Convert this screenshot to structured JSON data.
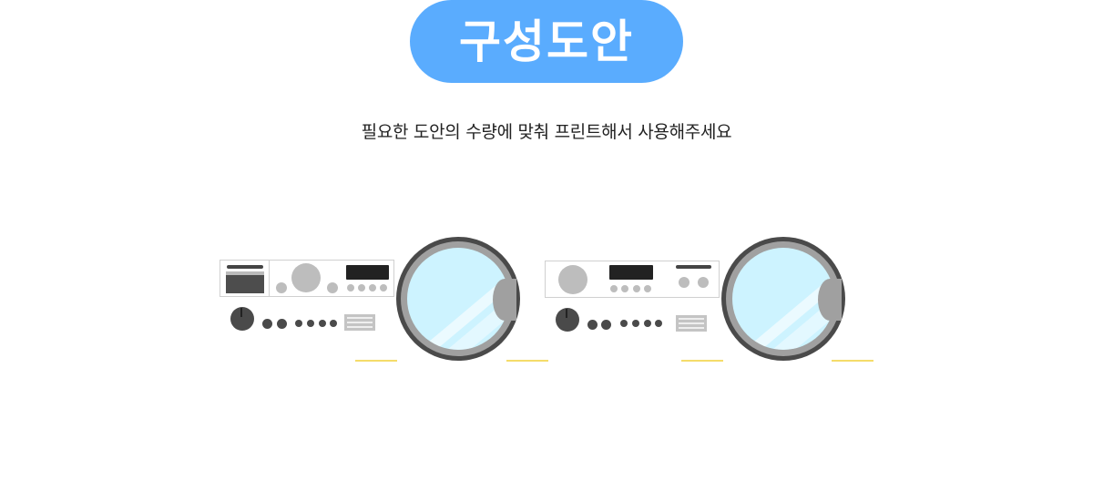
{
  "header": {
    "title": "구성도안",
    "pill_color": "#5aacfe"
  },
  "subtitle": "필요한 도안의 수량에 맞춰 프린트해서 사용해주세요",
  "illustrations": [
    {
      "name": "washing-machine-front-left",
      "elements": [
        "control-panel",
        "dial-knob",
        "play-button",
        "power-button",
        "indicator-dots",
        "vent",
        "porthole-door"
      ],
      "colors": {
        "dark": "#4a4a4a",
        "gray": "#a0a0a0",
        "light-gray": "#c0c0c0",
        "glass": "#cdf3ff",
        "print-mark": "#f5dc6a"
      }
    },
    {
      "name": "washing-machine-front-right",
      "elements": [
        "control-panel",
        "dial-knob",
        "play-button",
        "power-button",
        "indicator-dots",
        "vent",
        "porthole-door"
      ],
      "colors": {
        "dark": "#4a4a4a",
        "gray": "#a0a0a0",
        "light-gray": "#c0c0c0",
        "glass": "#cdf3ff",
        "print-mark": "#f5dc6a"
      }
    }
  ]
}
